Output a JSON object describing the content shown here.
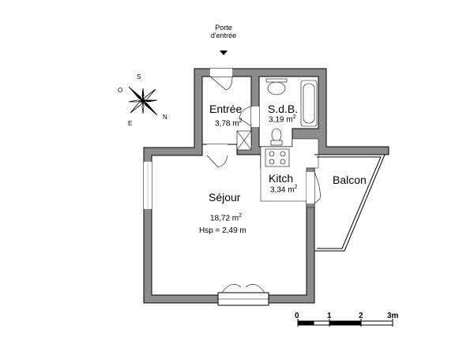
{
  "entrance": {
    "label_line1": "Porte",
    "label_line2": "d'entrée"
  },
  "compass": {
    "north": "N",
    "south": "S",
    "east": "E",
    "west": "O"
  },
  "rooms": {
    "entree": {
      "name": "Entrée",
      "area": "3,78 m",
      "unit_exp": "2"
    },
    "sdb": {
      "name": "S.d.B.",
      "area": "3,19 m",
      "unit_exp": "2"
    },
    "kitch": {
      "name": "Kitch",
      "area": "3,34 m",
      "unit_exp": "2"
    },
    "balcon": {
      "name": "Balcon"
    },
    "sejour": {
      "name": "Séjour",
      "area": "18,72 m",
      "unit_exp": "2",
      "height": "Hsp = 2,49 m"
    }
  },
  "scale": {
    "ticks": [
      "0",
      "1",
      "2",
      "3m"
    ]
  },
  "colors": {
    "wall": "#8c8c8c",
    "outline": "#000000",
    "fixture": "#ffffff"
  }
}
